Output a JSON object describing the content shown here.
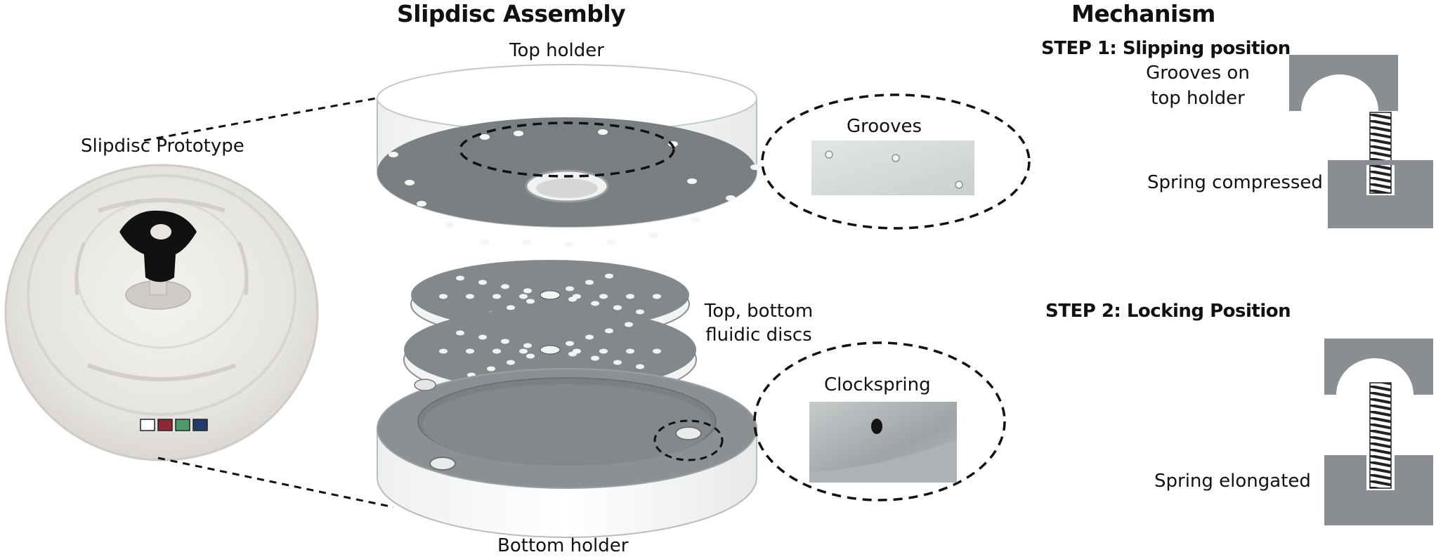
{
  "headings": {
    "assembly": "Slipdisc Assembly",
    "mechanism": "Mechanism"
  },
  "prototype": {
    "label": "Slipdisc Prototype"
  },
  "assembly": {
    "top_holder": "Top holder",
    "bottom_holder": "Bottom holder",
    "discs_line1": "Top, bottom",
    "discs_line2": "fluidic discs",
    "grooves": "Grooves",
    "clockspring": "Clockspring"
  },
  "mechanism": {
    "step1": {
      "title": "STEP 1: Slipping position",
      "grooves_line1": "Grooves on",
      "grooves_line2": "top holder",
      "spring": "Spring  compressed"
    },
    "step2": {
      "title": "STEP 2: Locking Position",
      "spring": "Spring elongated"
    }
  },
  "colors": {
    "holder_face": "#7c7f82",
    "holder_side": "#f6f7f7",
    "block": "#8a8d91",
    "spring": "#2a2a2a",
    "swatches": [
      "#ffffff",
      "#8b2a35",
      "#4f9a6a",
      "#243a6a"
    ]
  }
}
